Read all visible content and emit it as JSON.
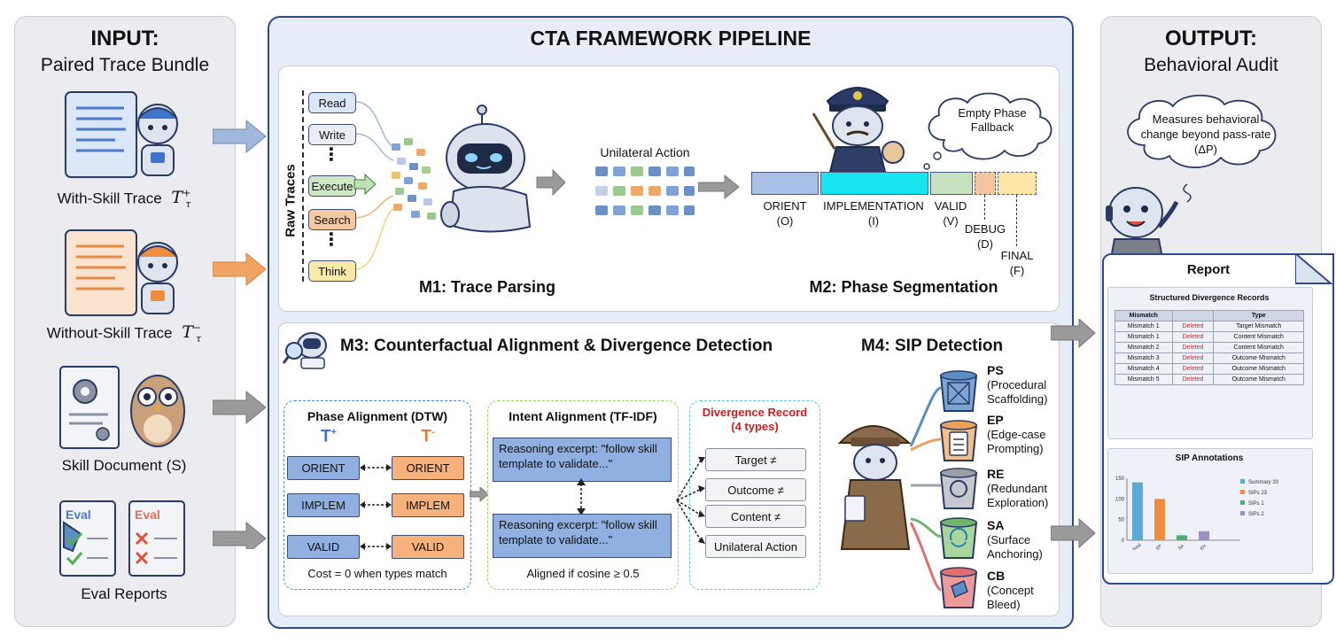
{
  "input": {
    "title": "INPUT:",
    "subtitle": "Paired Trace Bundle",
    "items": [
      {
        "label": "With-Skill Trace",
        "symbol": "T",
        "sup": "+",
        "sub": "τ"
      },
      {
        "label": "Without-Skill Trace",
        "symbol": "T",
        "sup": "−",
        "sub": "τ"
      },
      {
        "label": "Skill Document (S)"
      },
      {
        "label": "Eval Reports",
        "doc_labels": [
          "Eval",
          "Eval"
        ]
      }
    ]
  },
  "pipeline": {
    "title": "CTA FRAMEWORK PIPELINE",
    "m1": {
      "title": "M1: Trace Parsing",
      "raw_traces_label": "Raw Traces",
      "actions": [
        "Read",
        "Write",
        "⋮",
        "Execute",
        "Search",
        "⋮",
        "Think"
      ],
      "unilateral_label": "Unilateral Action"
    },
    "m2": {
      "title": "M2: Phase Segmentation",
      "bubble": "Empty Phase Fallback",
      "phases": [
        {
          "name": "ORIENT",
          "code": "(O)"
        },
        {
          "name": "IMPLEMENTATION",
          "code": "(I)"
        },
        {
          "name": "VALID",
          "code": "(V)"
        },
        {
          "name": "DEBUG",
          "code": "(D)"
        },
        {
          "name": "FINAL",
          "code": "(F)"
        }
      ]
    },
    "m3": {
      "title": "M3: Counterfactual Alignment & Divergence Detection",
      "phase_alignment": {
        "title": "Phase Alignment (DTW)",
        "t_plus": "T",
        "t_plus_sup": "+",
        "t_minus": "T",
        "t_minus_sup": "-",
        "rows": [
          [
            "ORIENT",
            "ORIENT"
          ],
          [
            "IMPLEM",
            "IMPLEM"
          ],
          [
            "VALID",
            "VALID"
          ]
        ],
        "note": "Cost = 0 when types match"
      },
      "intent_alignment": {
        "title": "Intent Alignment (TF-IDF)",
        "excerpts": [
          "Reasoning excerpt: \"follow skill template to validate...\"",
          "Reasoning excerpt: \"follow skill template to validate...\""
        ],
        "note": "Aligned if cosine ≥ 0.5"
      },
      "divergence": {
        "title": "Divergence Record",
        "subtitle": "(4 types)",
        "records": [
          "Target ≠",
          "Outcome ≠",
          "Content ≠",
          "Unilateral Action"
        ]
      }
    },
    "m4": {
      "title": "M4: SIP Detection",
      "sips": [
        {
          "code": "PS",
          "desc": [
            "(Procedural",
            "Scaffolding)"
          ],
          "color": "#5b8fc4"
        },
        {
          "code": "EP",
          "desc": [
            "(Edge-case",
            "Prompting)"
          ],
          "color": "#e8a45a"
        },
        {
          "code": "RE",
          "desc": [
            "(Redundant",
            "Exploration)"
          ],
          "color": "#9aa0a6"
        },
        {
          "code": "SA",
          "desc": [
            "(Surface",
            "Anchoring)"
          ],
          "color": "#6fb56a"
        },
        {
          "code": "CB",
          "desc": [
            "(Concept",
            "Bleed)"
          ],
          "color": "#e07070"
        }
      ]
    }
  },
  "output": {
    "title": "OUTPUT:",
    "subtitle": "Behavioral Audit",
    "bubble": "Measures behavioral change beyond pass-rate (ΔP)",
    "report": {
      "title": "Report",
      "records_title": "Structured Divergence Records",
      "table_headers": [
        "Mismatch",
        "",
        "Type"
      ],
      "table_rows": [
        [
          "Mismatch 1",
          "Deleted",
          "Target Mismatch"
        ],
        [
          "Mismatch 1",
          "Deleted",
          "Content Mismatch"
        ],
        [
          "Mismatch 2",
          "Deleted",
          "Content Mismatch"
        ],
        [
          "Mismatch 3",
          "Deleted",
          "Outcome Mismatch"
        ],
        [
          "Mismatch 4",
          "Deleted",
          "Outcome Mismatch"
        ],
        [
          "Mismatch 5",
          "Deleted",
          "Outcome Mismatch"
        ]
      ],
      "sip_title": "SIP Annotations",
      "chart_data": {
        "type": "bar",
        "categories": [
          "Total",
          "EP",
          "SA",
          "EN"
        ],
        "values": [
          140,
          100,
          12,
          22
        ],
        "colors": [
          "#5aa9d6",
          "#f28b3c",
          "#4caf70",
          "#9c8fc9"
        ],
        "ylim": [
          0,
          150
        ],
        "yticks": [
          0,
          50,
          100,
          150
        ],
        "legend": [
          "Summary 33",
          "SIPs 23",
          "SIPs 1",
          "SIPs 2"
        ],
        "legend_position": "right"
      }
    }
  }
}
